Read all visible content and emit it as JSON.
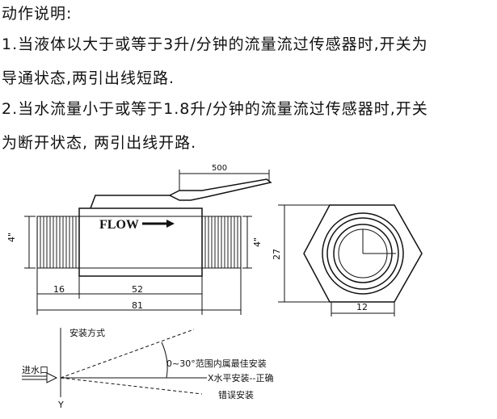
{
  "description": {
    "heading": "动作说明:",
    "item1_line1": "1.当液体以大于或等于3升/分钟的流量流过传感器时,开关为",
    "item1_line2": "导通状态,两引出线短路.",
    "item2_line1": "2.当水流量小于或等于1.8升/分钟的流量流过传感器时,开关",
    "item2_line2": "为断开状态, 两引出线开路."
  },
  "drawing": {
    "flow_label": "FLOW",
    "dim_wire_length": "500",
    "dim_thread_left": "4\"",
    "dim_thread_right": "4\"",
    "dim_16": "16",
    "dim_52": "52",
    "dim_81": "81",
    "dim_27": "27",
    "dim_12": "12",
    "install_title": "安装方式",
    "inlet_label": "进水口",
    "angle_label": "0~30°范围内属最佳安装",
    "horizontal_label": "X水平安装--正确",
    "wrong_label": "错误安装",
    "y_axis_label": "Y"
  }
}
